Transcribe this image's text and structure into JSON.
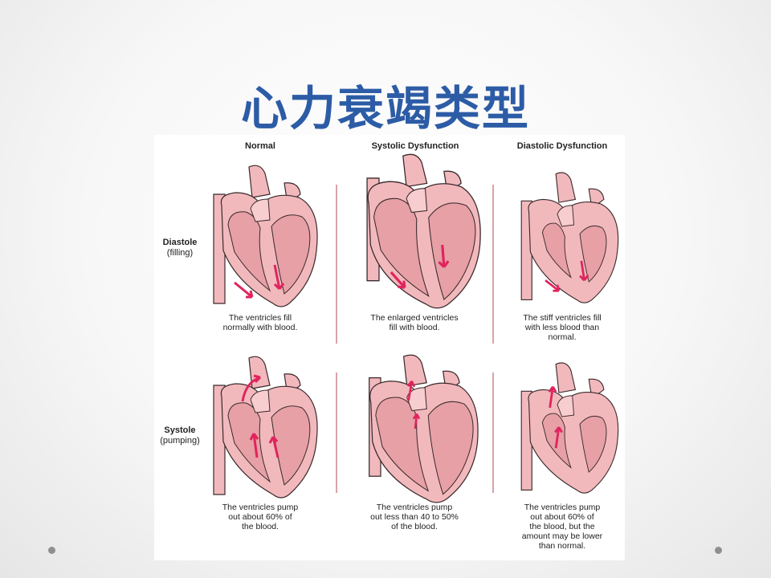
{
  "slide": {
    "title": "心力衰竭类型"
  },
  "figure": {
    "columns": [
      "Normal",
      "Systolic Dysfunction",
      "Diastolic Dysfunction"
    ],
    "rows": [
      {
        "label": "Diastole",
        "sublabel": "(filling)"
      },
      {
        "label": "Systole",
        "sublabel": "(pumping)"
      }
    ],
    "captions": {
      "diastole": [
        [
          "The ventricles fill",
          "normally with blood."
        ],
        [
          "The enlarged ventricles",
          "fill with blood."
        ],
        [
          "The stiff ventricles fill",
          "with less blood than",
          "normal."
        ]
      ],
      "systole": [
        [
          "The ventricles pump",
          "out about 60% of",
          "the blood."
        ],
        [
          "The ventricles pump",
          "out less than 40 to 50%",
          "of the blood."
        ],
        [
          "The ventricles pump",
          "out about 60% of",
          "the blood, but the",
          "amount may be lower",
          "than normal."
        ]
      ]
    }
  },
  "colors": {
    "title": "#2d5ca6",
    "heart_outline": "#3a2a2c",
    "heart_wall": "#f2b9bd",
    "heart_chamber": "#e6a0a6",
    "arrow": "#e0245e"
  }
}
